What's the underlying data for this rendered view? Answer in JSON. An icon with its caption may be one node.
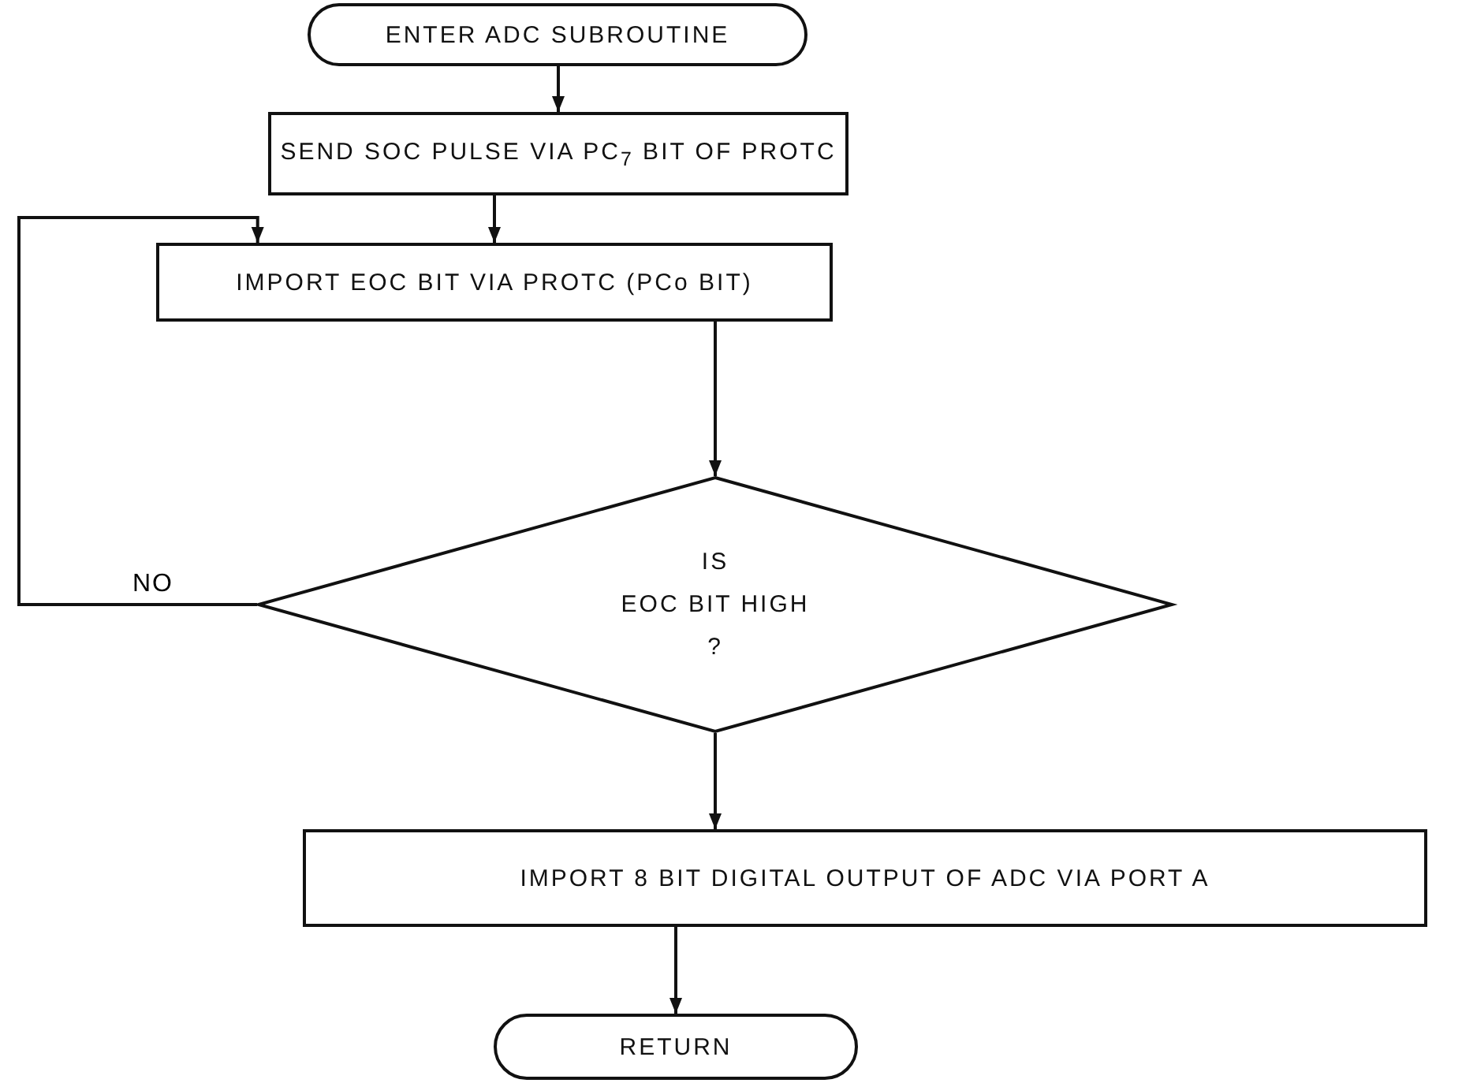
{
  "diagram": {
    "nodes": [
      {
        "text": [
          "ENTER ADC SUBROUTINE"
        ]
      },
      {
        "text": [
          "SEND SOC PULSE VIA PC$_{7}$ BIT OF PROTC"
        ]
      },
      {
        "text": [
          "IMPORT EOC BIT VIA PROTC (PCo BIT)"
        ]
      },
      {
        "text": [
          "IS",
          "EOC BIT HIGH",
          "?"
        ]
      },
      {
        "text": [
          "IMPORT 8 BIT DIGITAL OUTPUT OF ADC VIA PORT A"
        ]
      },
      {
        "text": [
          "RETURN"
        ]
      }
    ],
    "edges": [
      {
        "from": 0,
        "to": 1,
        "arrow": "to"
      },
      {
        "from": 1,
        "to": 2,
        "arrow": "to"
      },
      {
        "from": 2,
        "to": 3,
        "arrow": "to"
      },
      {
        "from": 3,
        "to": 2,
        "arrow": "to",
        "label": "NO"
      },
      {
        "from": 3,
        "to": 4,
        "arrow": "to"
      },
      {
        "from": 4,
        "to": 5,
        "arrow": "to"
      }
    ]
  }
}
